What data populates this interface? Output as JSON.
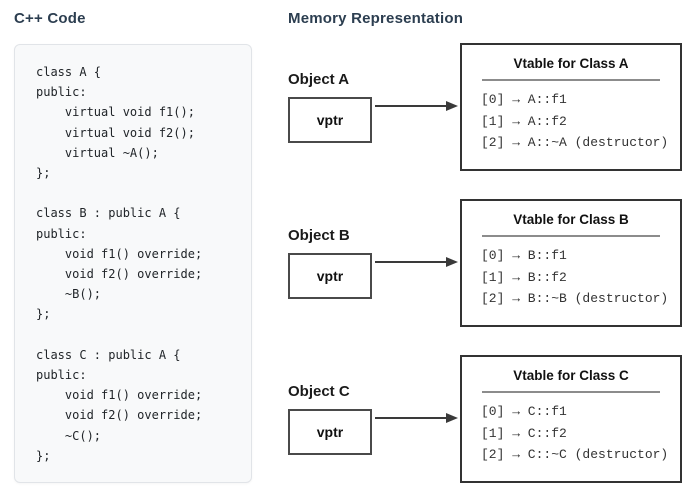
{
  "left_panel": {
    "title": "C++ Code",
    "code": "class A {\npublic:\n    virtual void f1();\n    virtual void f2();\n    virtual ~A();\n};\n\nclass B : public A {\npublic:\n    void f1() override;\n    void f2() override;\n    ~B();\n};\n\nclass C : public A {\npublic:\n    void f1() override;\n    void f2() override;\n    ~C();\n};"
  },
  "right_panel": {
    "title": "Memory Representation",
    "sections": [
      {
        "object_label": "Object A",
        "vptr_label": "vptr",
        "vtable_title": "Vtable for Class A",
        "entries": [
          "[0] → A::f1",
          "[1] → A::f2",
          "[2] → A::~A (destructor)"
        ]
      },
      {
        "object_label": "Object B",
        "vptr_label": "vptr",
        "vtable_title": "Vtable for Class B",
        "entries": [
          "[0] → B::f1",
          "[1] → B::f2",
          "[2] → B::~B (destructor)"
        ]
      },
      {
        "object_label": "Object C",
        "vptr_label": "vptr",
        "vtable_title": "Vtable for Class C",
        "entries": [
          "[0] → C::f1",
          "[1] → C::f2",
          "[2] → C::~C (destructor)"
        ]
      }
    ]
  },
  "colors": {
    "heading": "#2c3e50",
    "code_background": "#f8f9fa",
    "code_border": "#e1e4e8",
    "box_border": "#333333",
    "vptr_border": "#4a4a4a",
    "arrow": "#3a3a3a"
  }
}
